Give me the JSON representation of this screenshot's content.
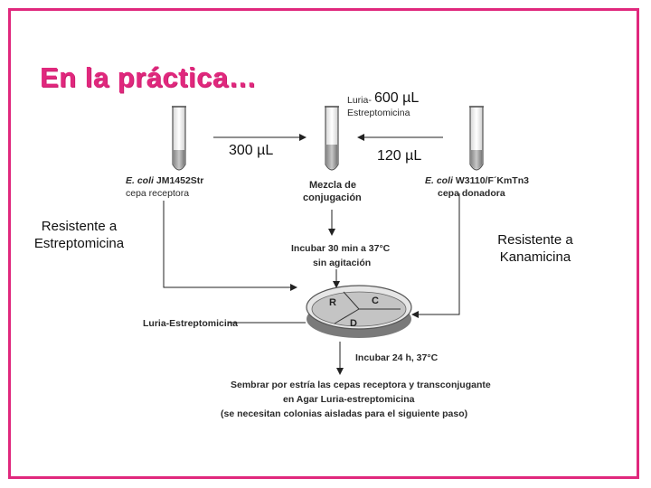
{
  "title": "En la práctica…",
  "volumes": {
    "mix": "600 µL",
    "receptor": "300 µL",
    "donor": "120 µL"
  },
  "tubes": {
    "receptor_strain_prefix": "E. coli",
    "receptor_strain": "JM1452Str",
    "receptor_role": "cepa receptora",
    "middle_medium_line1": "Luria-",
    "middle_medium_line2": "Estreptomicina",
    "middle_label_line1": "Mezcla de",
    "middle_label_line2": "conjugación",
    "donor_strain_prefix": "E. coli",
    "donor_strain": "W3110/F´KmTn3",
    "donor_role": "cepa donadora"
  },
  "resistance": {
    "left_line1": "Resistente a",
    "left_line2": "Estreptomicina",
    "right_line1": "Resistente a",
    "right_line2": "Kanamicina"
  },
  "steps": {
    "incubate1_line1": "Incubar 30 min a 37°C",
    "incubate1_line2": "sin agitación",
    "plate_medium": "Luria-Estreptomicina",
    "incubate2": "Incubar 24 h, 37°C",
    "final_line1": "Sembrar por estría las cepas receptora y transconjugante",
    "final_line2": "en Agar Luria-estreptomicina",
    "final_line3": "(se necesitan colonias aisladas para el siguiente paso)"
  },
  "plate_sections": [
    "R",
    "C",
    "D"
  ]
}
